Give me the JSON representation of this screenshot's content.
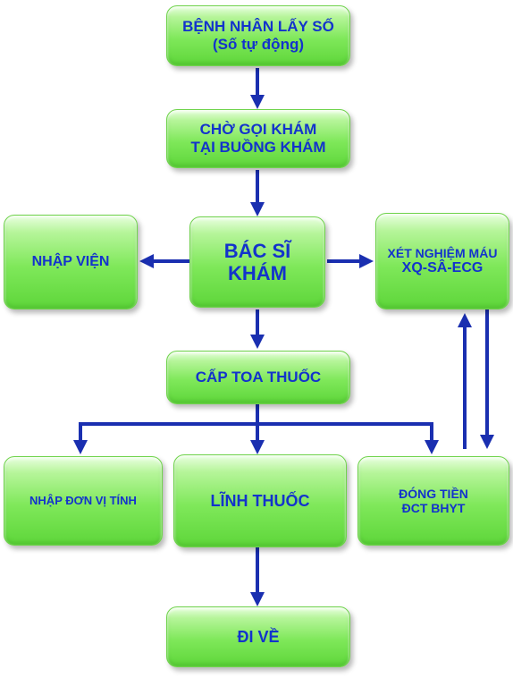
{
  "nodes": {
    "lay_so": {
      "line1": "BỆNH NHÂN LẤY SỐ",
      "line2": "(Số tự động)"
    },
    "cho_goi": {
      "line1": "CHỜ GỌI KHÁM",
      "line2": "TẠI BUỒNG KHÁM"
    },
    "bac_si": {
      "line1": "BÁC SĨ",
      "line2": "KHÁM"
    },
    "nhap_vien": {
      "line1": "NHẬP VIỆN"
    },
    "xet_nghiem": {
      "line1": "XÉT NGHIỆM MÁU",
      "line2": "XQ-SÂ-ECG"
    },
    "cap_toa": {
      "line1": "CẤP TOA THUỐC"
    },
    "nhap_don_vi": {
      "line1": "NHẬP ĐƠN VỊ TÍNH"
    },
    "linh_thuoc": {
      "line1": "LĨNH THUỐC"
    },
    "dong_tien": {
      "line1": "ĐÓNG TIỀN",
      "line2": "ĐCT BHYT"
    },
    "di_ve": {
      "line1": "ĐI VỀ"
    }
  },
  "colors": {
    "text": "#1333cc",
    "arrow": "#1a2fb0",
    "box": "#7fe85a"
  }
}
